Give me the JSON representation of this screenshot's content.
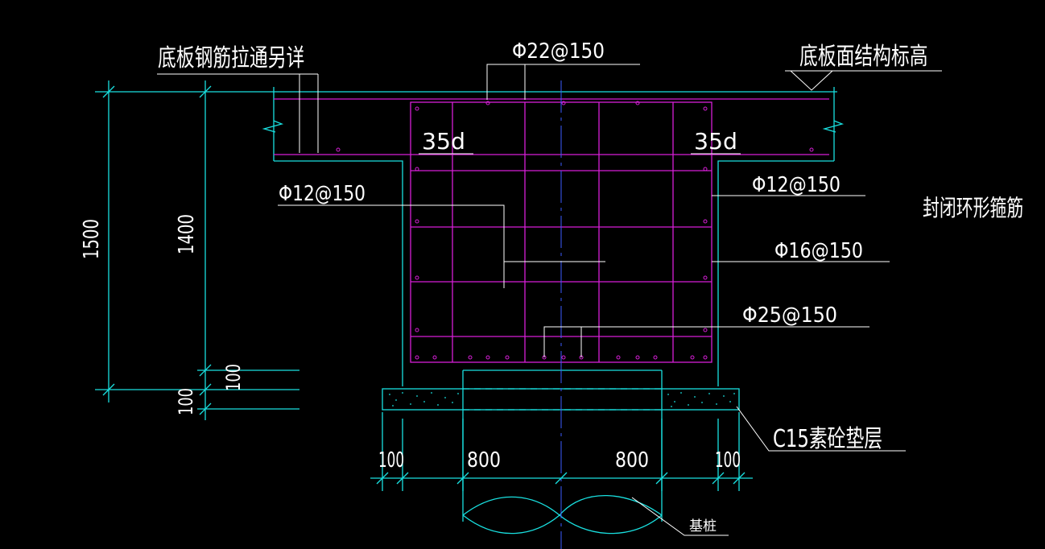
{
  "colors": {
    "background": "#000000",
    "concrete_outline": "#19e0e0",
    "rebar": "#d61ed6",
    "text": "#ffffff",
    "centerline": "#3b5bff"
  },
  "labels": {
    "bottom_slab_bar_note": "底板钢筋拉通另详",
    "top_bar_spec": "Φ22@150",
    "slab_top_elevation": "底板面结构标高",
    "anchor_left": "35d",
    "anchor_right": "35d",
    "side_bar_left_spec": "Φ12@150",
    "side_bar_right_spec": "Φ12@150",
    "closed_stirrup": "封闭环形箍筋",
    "stirrup_spec": "Φ16@150",
    "bottom_bar_spec": "Φ25@150",
    "cushion_layer": "C15素砼垫层",
    "pile": "基桩"
  },
  "dimensions": {
    "total_depth": "1500",
    "cap_depth": "1400",
    "cover_upper": "100",
    "cushion_thickness": "100",
    "left_offset": "100",
    "left_half_width": "800",
    "right_half_width": "800",
    "right_offset": "100"
  }
}
